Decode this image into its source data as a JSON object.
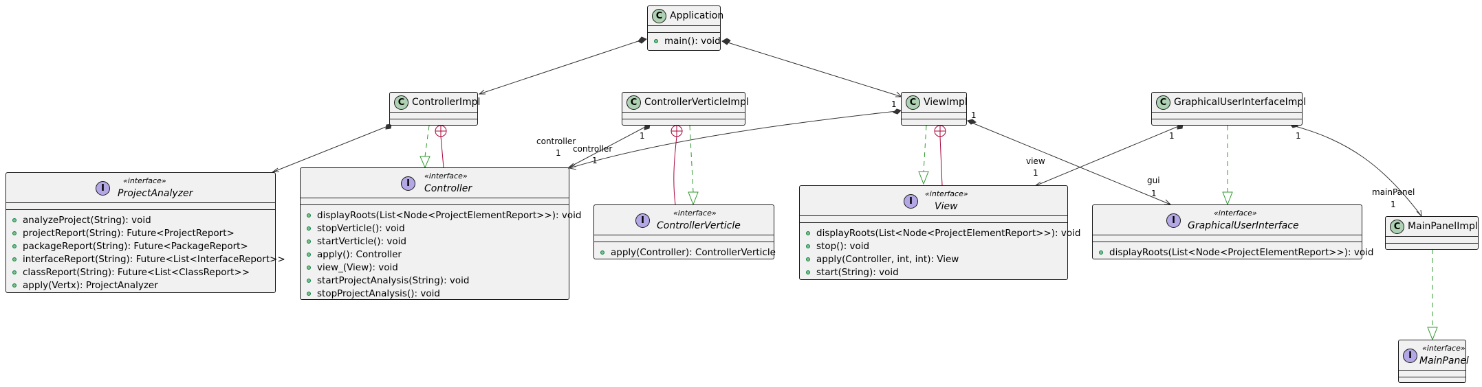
{
  "classes": {
    "application": {
      "name": "Application",
      "badge": "C",
      "members": [
        "main(): void"
      ]
    },
    "controller_impl": {
      "name": "ControllerImpl",
      "badge": "C"
    },
    "controller_verticle_impl": {
      "name": "ControllerVerticleImpl",
      "badge": "C"
    },
    "view_impl": {
      "name": "ViewImpl",
      "badge": "C"
    },
    "gui_impl": {
      "name": "GraphicalUserInterfaceImpl",
      "badge": "C"
    },
    "main_panel_impl": {
      "name": "MainPanelImpl",
      "badge": "C"
    }
  },
  "interfaces": {
    "project_analyzer": {
      "name": "ProjectAnalyzer",
      "stereotype": "«interface»",
      "badge": "I",
      "members": [
        "analyzeProject(String): void",
        "projectReport(String): Future<ProjectReport>",
        "packageReport(String): Future<PackageReport>",
        "interfaceReport(String): Future<List<InterfaceReport>>",
        "classReport(String): Future<List<ClassReport>>",
        "apply(Vertx): ProjectAnalyzer"
      ]
    },
    "controller": {
      "name": "Controller",
      "stereotype": "«interface»",
      "badge": "I",
      "members": [
        "displayRoots(List<Node<ProjectElementReport>>): void",
        "stopVerticle(): void",
        "startVerticle(): void",
        "apply(): Controller",
        "view_(View): void",
        "startProjectAnalysis(String): void",
        "stopProjectAnalysis(): void"
      ]
    },
    "controller_verticle": {
      "name": "ControllerVerticle",
      "stereotype": "«interface»",
      "badge": "I",
      "members": [
        "apply(Controller): ControllerVerticle"
      ]
    },
    "view": {
      "name": "View",
      "stereotype": "«interface»",
      "badge": "I",
      "members": [
        "displayRoots(List<Node<ProjectElementReport>>): void",
        "stop(): void",
        "apply(Controller, int, int): View",
        "start(String): void"
      ]
    },
    "gui": {
      "name": "GraphicalUserInterface",
      "stereotype": "«interface»",
      "badge": "I",
      "members": [
        "displayRoots(List<Node<ProjectElementReport>>): void"
      ]
    },
    "main_panel": {
      "name": "MainPanel",
      "stereotype": "«interface»",
      "badge": "I"
    }
  },
  "edge_labels": {
    "cvi_controller_role": "controller",
    "cvi_controller_mult": "1",
    "cvi_source_mult": "1",
    "vi_controller_role": "controller",
    "vi_controller_mult": "1",
    "vi_source_mult_left": "1",
    "vi_source_mult_right": "1",
    "gui_view_role": "view",
    "gui_view_mult": "1",
    "gui_source_mult_left": "1",
    "gui_source_mult_right": "1",
    "vi_gui_role": "gui",
    "vi_gui_mult": "1",
    "gui_mainpanel_role": "mainPanel",
    "gui_mainpanel_mult": "1"
  },
  "colors": {
    "box_fill": "#f1f1f1",
    "border": "#181818",
    "class_badge": "#add1b2",
    "interface_badge": "#b4a7e5",
    "association": "#333333",
    "realization": "#2f9a2f",
    "nesting": "#a80036",
    "public_dot": "#84be84"
  }
}
